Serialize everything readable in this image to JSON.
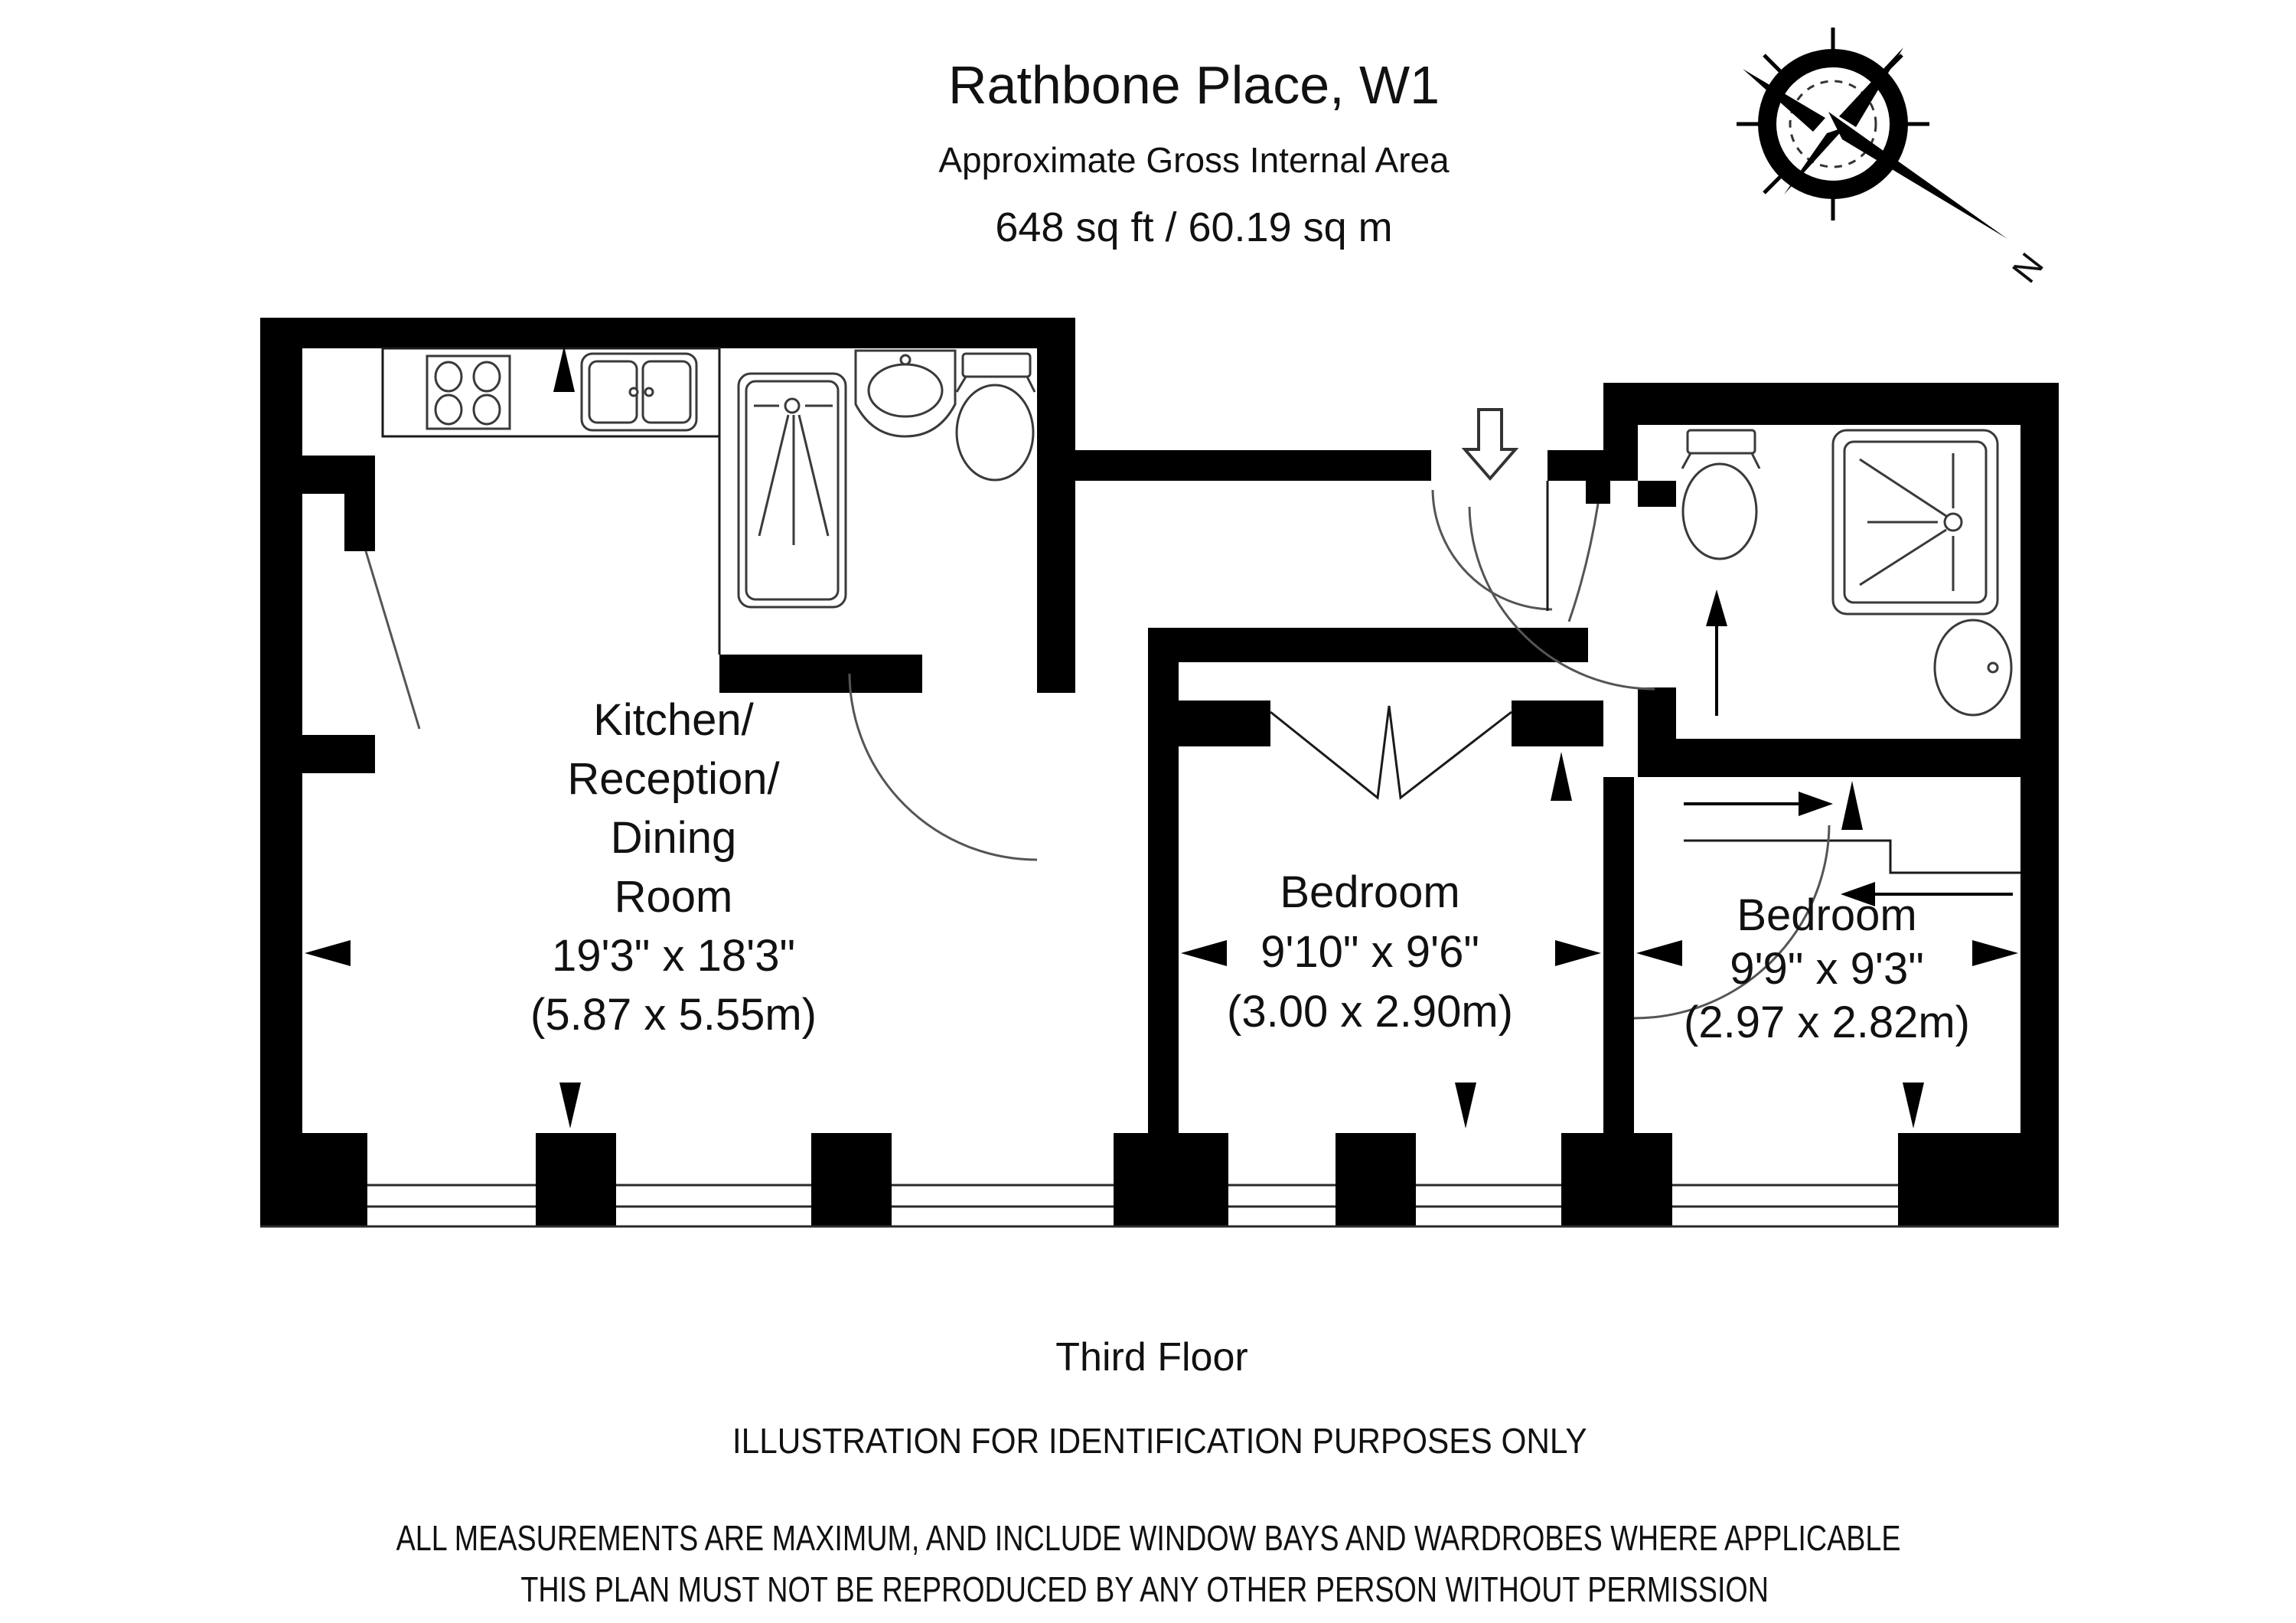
{
  "header": {
    "title": "Rathbone Place, W1",
    "subtitle": "Approximate Gross Internal Area",
    "area": "648 sq ft  /  60.19 sq m"
  },
  "compass": {
    "north_label": "N"
  },
  "rooms": {
    "reception": {
      "line1": "Kitchen/",
      "line2": "Reception/",
      "line3": "Dining",
      "line4": "Room",
      "dims_imperial": "19'3\" x 18'3\"",
      "dims_metric": "(5.87 x 5.55m)"
    },
    "bedroom1": {
      "name": "Bedroom",
      "dims_imperial": "9'10\" x 9'6\"",
      "dims_metric": "(3.00 x 2.90m)"
    },
    "bedroom2": {
      "name": "Bedroom",
      "dims_imperial": "9'9\" x 9'3\"",
      "dims_metric": "(2.97 x 2.82m)"
    }
  },
  "footer": {
    "floor": "Third Floor",
    "note": "ILLUSTRATION FOR IDENTIFICATION PURPOSES ONLY",
    "disclaimer1": "ALL MEASUREMENTS ARE MAXIMUM, AND INCLUDE WINDOW BAYS AND WARDROBES WHERE APPLICABLE",
    "disclaimer2": "THIS PLAN MUST NOT BE REPRODUCED BY ANY OTHER PERSON WITHOUT PERMISSION"
  },
  "colors": {
    "ink": "#000000",
    "paper": "#ffffff",
    "line": "#555555"
  }
}
